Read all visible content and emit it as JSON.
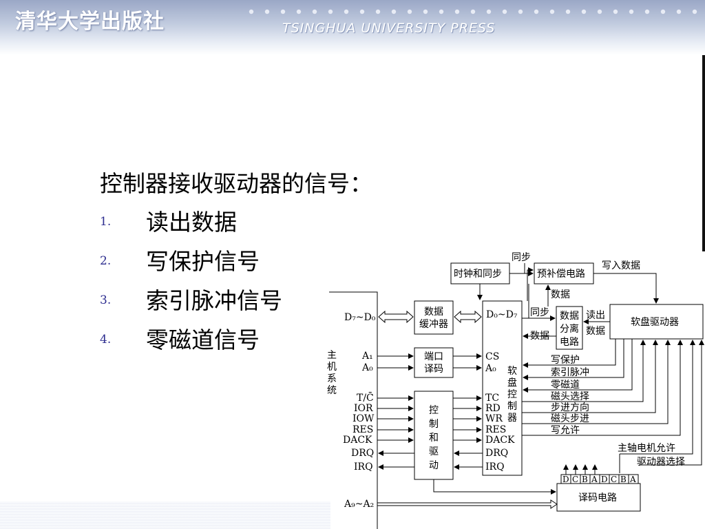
{
  "header": {
    "brand_cn": "清华大学出版社",
    "brand_en": "TSINGHUA UNIVERSITY PRESS"
  },
  "slide": {
    "title": "控制器接收驱动器的信号：",
    "items": [
      {
        "num": "1.",
        "text": "读出数据"
      },
      {
        "num": "2.",
        "text": "写保护信号"
      },
      {
        "num": "3.",
        "text": "索引脉冲信号"
      },
      {
        "num": "4.",
        "text": "零磁道信号"
      }
    ]
  },
  "diagram": {
    "host": {
      "label_chars": [
        "主",
        "机",
        "系",
        "统"
      ],
      "data_bus": "D₇~D₀",
      "a1": "A₁",
      "a0": "A₀",
      "signals": [
        "T/C̄",
        "IOR",
        "IOW",
        "RES",
        "DACK",
        "DRQ",
        "IRQ"
      ],
      "addr_bus": "A₉~A₂"
    },
    "data_buffer": [
      "数据",
      "缓冲器"
    ],
    "port_decode": [
      "端口",
      "译码"
    ],
    "control_drive": [
      "控",
      "制",
      "和",
      "驱",
      "动"
    ],
    "fdc": {
      "data_bus": "D₀~D₇",
      "cs": "CS",
      "a0": "A₀",
      "label_chars": [
        "软",
        "盘",
        "控",
        "制",
        "器"
      ],
      "signals": [
        "TC",
        "RD",
        "WR",
        "RES",
        "DACK",
        "DRQ",
        "IRQ"
      ]
    },
    "clock_sync": "时钟和同步",
    "precomp": "预补偿电路",
    "separator": [
      "数据",
      "分离",
      "电路"
    ],
    "drive": "软盘驱动器",
    "decoder": "译码电路",
    "labels": {
      "sync_top": "同步",
      "write_data": "写入数据",
      "data_down": "数据",
      "sync_mid": "同步",
      "data_left": "数据",
      "read_data_1": "读出",
      "read_data_2": "数据"
    },
    "drive_signals": [
      "写保护",
      "索引脉冲",
      "零磁道",
      "磁头选择",
      "步进方向",
      "磁头步进",
      "写允许"
    ],
    "spindle": "主轴电机允许",
    "drive_select": "驱动器选择",
    "decoder_inputs": [
      "D",
      "C",
      "B",
      "A",
      "D",
      "C",
      "B",
      "A"
    ]
  }
}
